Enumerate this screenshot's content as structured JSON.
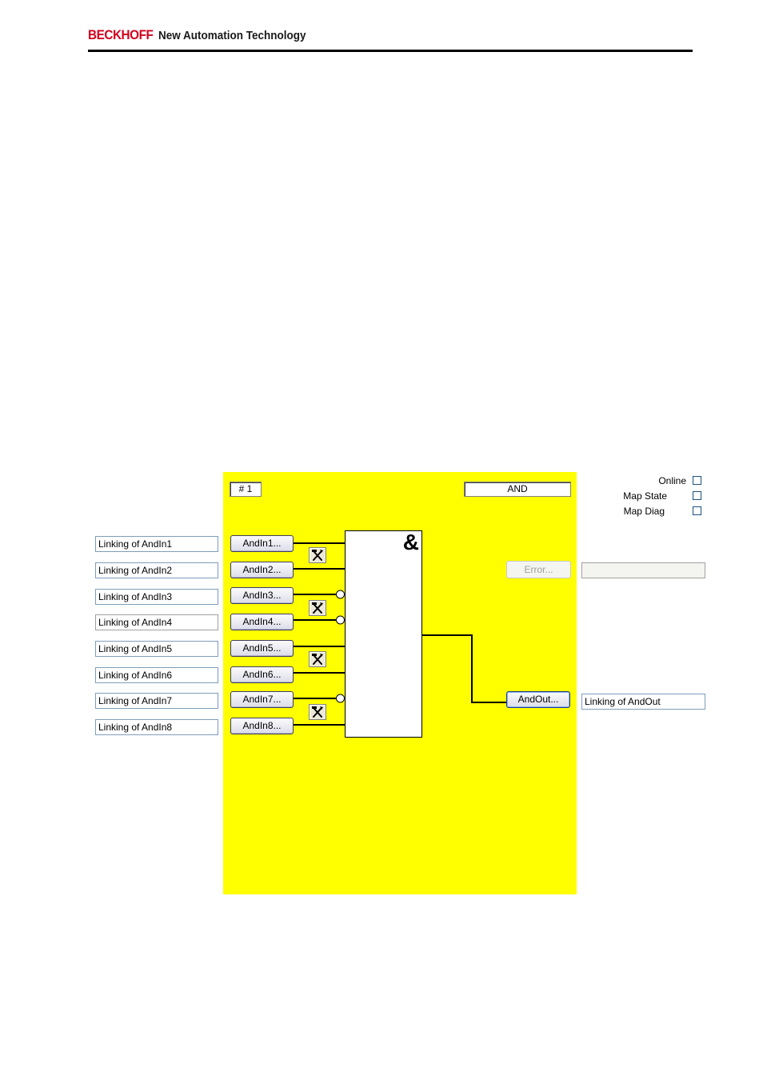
{
  "header": {
    "brand": "BECKHOFF",
    "tagline": "New Automation Technology",
    "brand_color": "#d2001e"
  },
  "panel": {
    "background": "#ffff00",
    "instance_button": "# 1",
    "type_field": "AND",
    "gate_symbol": "&",
    "error_button": "Error...",
    "error_value": "",
    "output_button": "AndOut...",
    "output_link": "Linking of AndOut"
  },
  "options": [
    {
      "label": "Online",
      "checked": false
    },
    {
      "label": "Map State",
      "checked": false
    },
    {
      "label": "Map Diag",
      "checked": false
    }
  ],
  "inputs": [
    {
      "button": "AndIn1...",
      "link": "Linking of AndIn1",
      "inverted": false
    },
    {
      "button": "AndIn2...",
      "link": "Linking of AndIn2",
      "inverted": false
    },
    {
      "button": "AndIn3...",
      "link": "Linking of AndIn3",
      "inverted": true
    },
    {
      "button": "AndIn4...",
      "link": "Linking of AndIn4",
      "inverted": true
    },
    {
      "button": "AndIn5...",
      "link": "Linking of AndIn5",
      "inverted": false
    },
    {
      "button": "AndIn6...",
      "link": "Linking of AndIn6",
      "inverted": false
    },
    {
      "button": "AndIn7...",
      "link": "Linking of AndIn7",
      "inverted": true
    },
    {
      "button": "AndIn8...",
      "link": "Linking of AndIn8",
      "inverted": false
    }
  ],
  "icons": {
    "header": "beckhoff-logo",
    "tool": "hammer-wrench-icon"
  }
}
